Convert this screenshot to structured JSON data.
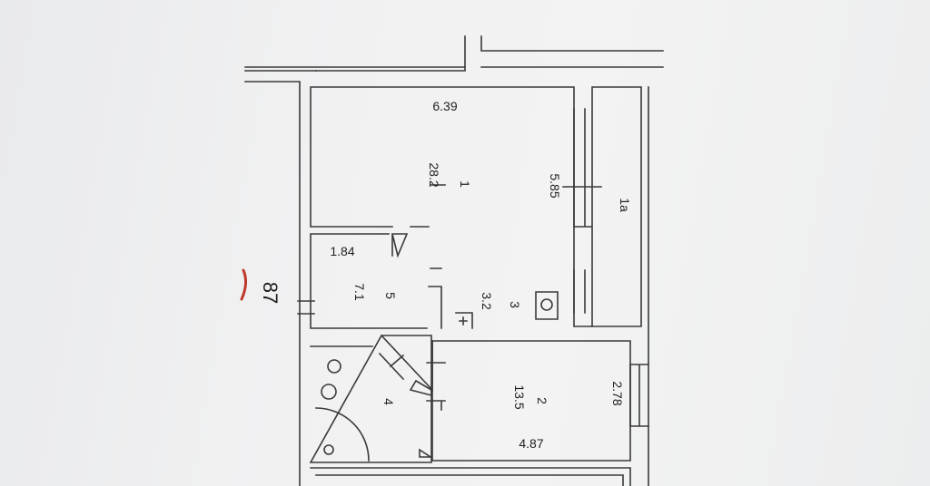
{
  "plan": {
    "colors": {
      "background": "#efefef",
      "wall": "#3a3a3a",
      "mark": "#c0392b"
    },
    "plan_number": "87",
    "rooms": [
      {
        "number": "1",
        "area": "28.2"
      },
      {
        "number": "1a"
      },
      {
        "number": "2",
        "area": "13.5"
      },
      {
        "number": "3",
        "area": "3.2"
      },
      {
        "number": "4"
      },
      {
        "number": "5",
        "area": "7.1"
      }
    ],
    "dimensions": {
      "room1_width": "6.39",
      "room1_length": "5.85",
      "room5_width": "1.84",
      "room2_width": "4.87",
      "room2_length": "2.78"
    }
  }
}
